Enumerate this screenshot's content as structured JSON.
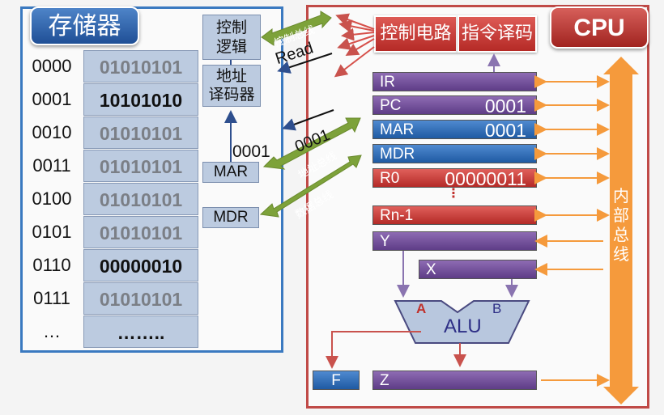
{
  "memory": {
    "title": "存储器",
    "rows": [
      {
        "addr": "0000",
        "value": "01010101",
        "bold": false
      },
      {
        "addr": "0001",
        "value": "10101010",
        "bold": true
      },
      {
        "addr": "0010",
        "value": "01010101",
        "bold": false
      },
      {
        "addr": "0011",
        "value": "01010101",
        "bold": false
      },
      {
        "addr": "0100",
        "value": "01010101",
        "bold": false
      },
      {
        "addr": "0101",
        "value": "01010101",
        "bold": false
      },
      {
        "addr": "0110",
        "value": "00000010",
        "bold": true
      },
      {
        "addr": "0111",
        "value": "01010101",
        "bold": false
      },
      {
        "addr": "…",
        "value": "……..",
        "bold": true
      }
    ],
    "control_logic": "控制\n逻辑",
    "address_decoder": "地址\n译码器",
    "mar_label": "MAR",
    "mdr_label": "MDR",
    "mar_value": "0001"
  },
  "buses": {
    "control_bus": "控制总线",
    "address_bus": "地址总线",
    "data_bus": "数据总线",
    "read_signal": "Read",
    "address_value": "0001"
  },
  "cpu": {
    "title": "CPU",
    "control_circuit": "控制电路",
    "instruction_decoder": "指令译码",
    "internal_bus": "内部总线",
    "registers": {
      "ir": {
        "label": "IR",
        "value": ""
      },
      "pc": {
        "label": "PC",
        "value": "0001"
      },
      "mar": {
        "label": "MAR",
        "value": "0001"
      },
      "mdr": {
        "label": "MDR",
        "value": ""
      },
      "r0": {
        "label": "R0",
        "value": "00000011"
      },
      "rn1": {
        "label": "Rn-1",
        "value": ""
      },
      "y": {
        "label": "Y",
        "value": ""
      },
      "x": {
        "label": "X",
        "value": ""
      },
      "z": {
        "label": "Z",
        "value": ""
      },
      "f": {
        "label": "F",
        "value": ""
      }
    },
    "alu": {
      "label": "ALU",
      "input_a": "A",
      "input_b": "B"
    },
    "ellipsis": "⋮"
  },
  "colors": {
    "memory_frame": "#3a79c0",
    "cpu_frame": "#c04a47",
    "bus_orange": "#f59a3c",
    "bus_green": "#7da23a"
  }
}
